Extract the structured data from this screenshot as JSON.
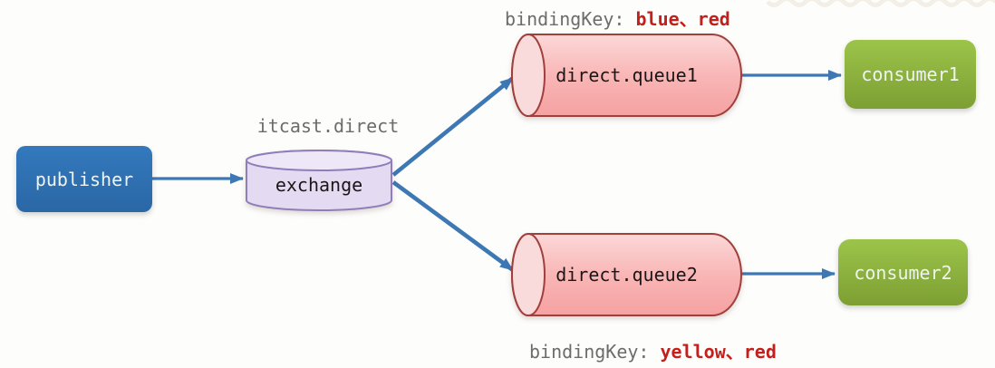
{
  "colors": {
    "bg": "#fdfdfb",
    "arrow": "#3d78b5",
    "publisher_top": "#3379bd",
    "publisher_bottom": "#2a67a6",
    "exchange_body": "#e4dbf3",
    "exchange_top": "#ede7f8",
    "exchange_stroke": "#8f7eba",
    "queue_body_top": "#fcd8d8",
    "queue_body_mid": "#f9b6b6",
    "queue_body_bottom": "#f5a1a1",
    "queue_cap": "#fadbdb",
    "queue_stroke": "#a03f3c",
    "consumer_top": "#9cc44a",
    "consumer_bottom": "#7d9f33",
    "node_text": "#eff4f0",
    "text_dark": "#1c1616",
    "text_gray": "#6c6c6c",
    "text_red": "#c2201c"
  },
  "nodes": {
    "publisher": {
      "label": "publisher"
    },
    "exchange": {
      "caption": "itcast.direct",
      "label": "exchange"
    },
    "queue1": {
      "label": "direct.queue1"
    },
    "queue2": {
      "label": "direct.queue2"
    },
    "consumer1": {
      "label": "consumer1"
    },
    "consumer2": {
      "label": "consumer2"
    }
  },
  "bindings": {
    "top": {
      "prefix": "bindingKey: ",
      "keys": "blue、red"
    },
    "bottom": {
      "prefix": "bindingKey: ",
      "keys": "yellow、red"
    }
  }
}
